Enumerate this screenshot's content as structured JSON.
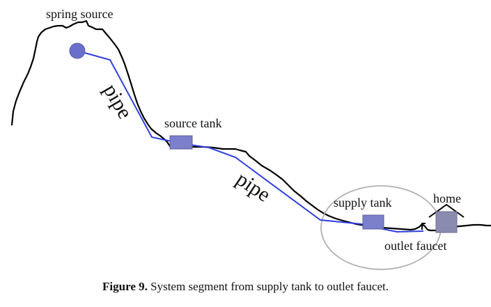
{
  "labels": {
    "spring_source": "spring source",
    "source_tank": "source tank",
    "supply_tank": "supply tank",
    "home": "home",
    "outlet_faucet": "outlet faucet",
    "pipe_upper": "pipe",
    "pipe_lower": "pipe"
  },
  "caption": {
    "prefix": "Figure 9.",
    "text": "System segment from supply tank to outlet faucet."
  },
  "colors": {
    "terrain": "#000000",
    "pipe": "#2f3fe0",
    "tank_fill": "#7b7fcc",
    "tank_edge": "#5c5f9e",
    "source_dot": "#6a6fcc",
    "ellipse": "#b0b0b0",
    "home_fill": "#8b8bb0"
  }
}
